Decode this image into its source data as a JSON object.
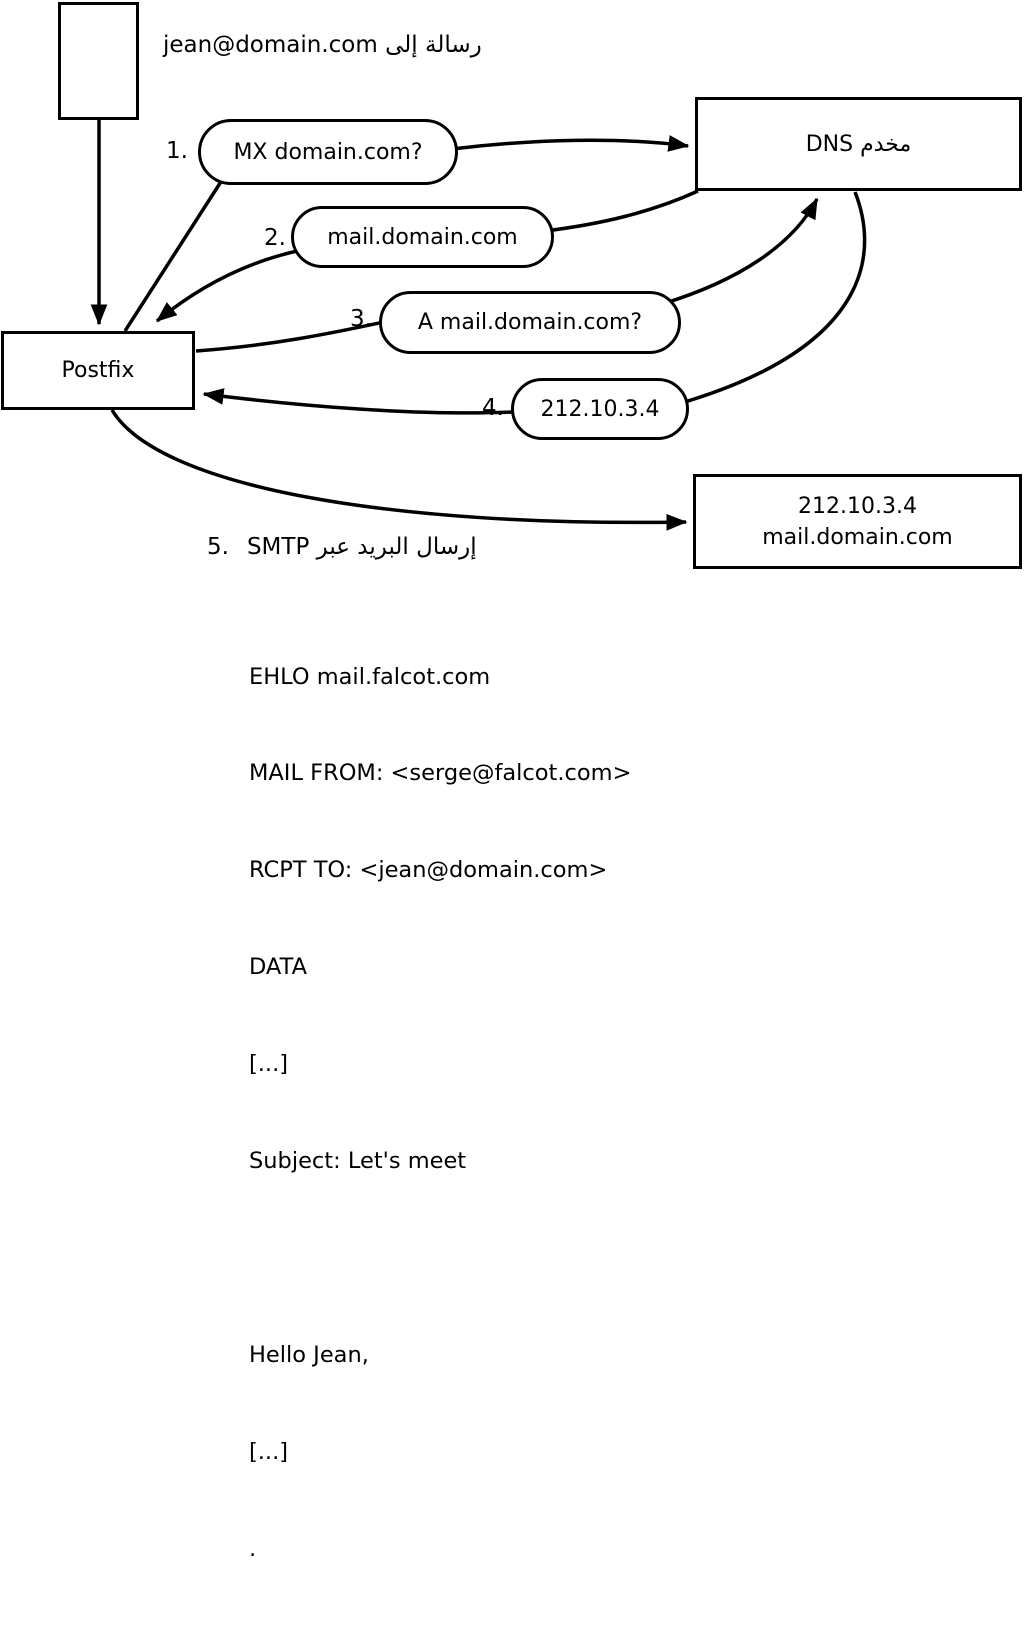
{
  "colors": {
    "ink": "#000000",
    "background": "#ffffff"
  },
  "diagram": {
    "incoming_message_label": "رسالة إلى jean@domain.com",
    "postfix_label": "Postfix",
    "dns_label": "مخدم DNS",
    "mail_server": {
      "line1": "212.10.3.4",
      "line2": "mail.domain.com"
    },
    "steps": [
      {
        "num": "1.",
        "label": "MX domain.com?"
      },
      {
        "num": "2.",
        "label": "mail.domain.com"
      },
      {
        "num": "3.",
        "label": "A mail.domain.com?"
      },
      {
        "num": "4.",
        "label": "212.10.3.4"
      },
      {
        "num": "5.",
        "label": "إرسال البريد عبر SMTP"
      }
    ],
    "smtp_session": [
      "EHLO mail.falcot.com",
      "MAIL FROM: <serge@falcot.com>",
      "RCPT TO: <jean@domain.com>",
      "DATA",
      "[...]",
      "Subject: Let's meet",
      "",
      "Hello Jean,",
      "[...]",
      "."
    ]
  }
}
